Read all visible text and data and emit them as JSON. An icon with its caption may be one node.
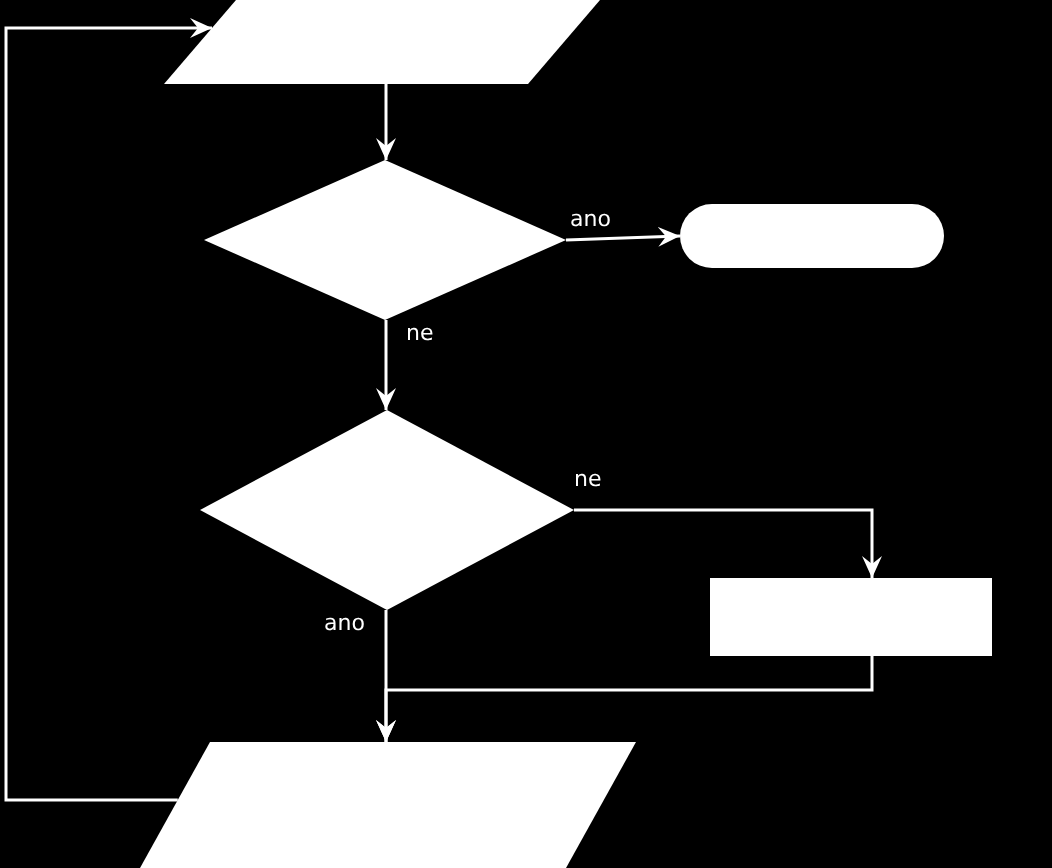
{
  "diagram": {
    "nodes": [
      {
        "text": [],
        "shape": "parallelogram"
      },
      {
        "text": [],
        "shape": "diamond"
      },
      {
        "text": [],
        "shape": "pill"
      },
      {
        "text": [],
        "shape": "diamond"
      },
      {
        "text": [],
        "shape": "box"
      },
      {
        "text": [],
        "shape": "parallelogram"
      }
    ],
    "edges": [
      {
        "from": 0,
        "to": 1,
        "arrow": "to"
      },
      {
        "from": 1,
        "to": 2,
        "arrow": "to",
        "label": "ano"
      },
      {
        "from": 1,
        "to": 3,
        "arrow": "to",
        "label": "ne"
      },
      {
        "from": 3,
        "to": 4,
        "arrow": "to",
        "label": "ne"
      },
      {
        "from": 3,
        "to": 5,
        "arrow": "to",
        "label": "ano"
      },
      {
        "from": 4,
        "to": 5,
        "arrow": "to"
      },
      {
        "from": 5,
        "to": 0,
        "arrow": "to"
      }
    ]
  }
}
